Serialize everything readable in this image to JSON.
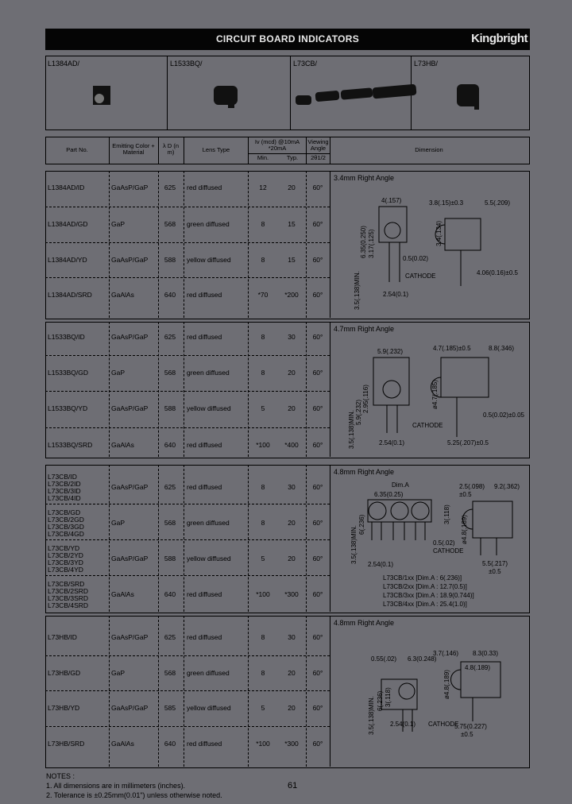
{
  "header": {
    "title": "CIRCUIT BOARD INDICATORS",
    "brand": "Kingbright"
  },
  "photos": [
    {
      "label": "L1384AD/"
    },
    {
      "label": "L1533BQ/"
    },
    {
      "label": "L73CB/"
    },
    {
      "label": "L73HB/"
    }
  ],
  "table_header": {
    "part_no": "Part No.",
    "emitting": "Emitting Color + Material",
    "lambda": "λ D (n m)",
    "lens": "Lens Type",
    "iv": "Iv (mcd) @10mA *20mA",
    "min": "Min.",
    "typ": "Typ.",
    "viewing": "Viewing Angle",
    "angle_unit": "2θ1/2",
    "dimension": "Dimension"
  },
  "sections": [
    {
      "title": "3.4mm  Right Angle",
      "rows": [
        {
          "part": [
            "L1384AD/ID"
          ],
          "material": "GaAsP/GaP",
          "wavelength": "625",
          "lens": "red diffused",
          "min": "12",
          "typ": "20",
          "angle": "60°"
        },
        {
          "part": [
            "L1384AD/GD"
          ],
          "material": "GaP",
          "wavelength": "568",
          "lens": "green diffused",
          "min": "8",
          "typ": "15",
          "angle": "60°"
        },
        {
          "part": [
            "L1384AD/YD"
          ],
          "material": "GaAsP/GaP",
          "wavelength": "588",
          "lens": "yellow diffused",
          "min": "8",
          "typ": "15",
          "angle": "60°"
        },
        {
          "part": [
            "L1384AD/SRD"
          ],
          "material": "GaAlAs",
          "wavelength": "640",
          "lens": "red diffused",
          "min": "*70",
          "typ": "*200",
          "angle": "60°"
        }
      ],
      "dims": [
        "4(.157)",
        "3.17(.125)",
        "6.35(0.250)",
        "3.5(.138)MIN.",
        "0.5(0.02)",
        "CATHODE",
        "2.54(0.1)",
        "3.8(.15)±0.3",
        "5.5(.209)",
        "3.4(.134)",
        "4.06(0.16)±0.5"
      ]
    },
    {
      "title": "4.7mm  Right Angle",
      "rows": [
        {
          "part": [
            "L1533BQ/ID"
          ],
          "material": "GaAsP/GaP",
          "wavelength": "625",
          "lens": "red diffused",
          "min": "8",
          "typ": "30",
          "angle": "60°"
        },
        {
          "part": [
            "L1533BQ/GD"
          ],
          "material": "GaP",
          "wavelength": "568",
          "lens": "green diffused",
          "min": "8",
          "typ": "20",
          "angle": "60°"
        },
        {
          "part": [
            "L1533BQ/YD"
          ],
          "material": "GaAsP/GaP",
          "wavelength": "588",
          "lens": "yellow diffused",
          "min": "5",
          "typ": "20",
          "angle": "60°"
        },
        {
          "part": [
            "L1533BQ/SRD"
          ],
          "material": "GaAlAs",
          "wavelength": "640",
          "lens": "red diffused",
          "min": "*100",
          "typ": "*400",
          "angle": "60°"
        }
      ],
      "dims": [
        "5.9(.232)",
        "2.95(.116)",
        "5.9(.232)",
        "3.5(.138)MIN.",
        "2.54(0.1)",
        "CATHODE",
        "4.7(.185)±0.5",
        "8.8(.346)",
        "ø4.7(.185)",
        "0.5(0.02)±0.05",
        "5.25(.207)±0.5"
      ]
    },
    {
      "title": "4.8mm Right Angle",
      "rows": [
        {
          "part": [
            "L73CB/ID",
            "L73CB/2ID",
            "L73CB/3ID",
            "L73CB/4ID"
          ],
          "material": "GaAsP/GaP",
          "wavelength": "625",
          "lens": "red diffused",
          "min": "8",
          "typ": "30",
          "angle": "60°"
        },
        {
          "part": [
            "L73CB/GD",
            "L73CB/2GD",
            "L73CB/3GD",
            "L73CB/4GD"
          ],
          "material": "GaP",
          "wavelength": "568",
          "lens": "green diffused",
          "min": "8",
          "typ": "20",
          "angle": "60°"
        },
        {
          "part": [
            "L73CB/YD",
            "L73CB/2YD",
            "L73CB/3YD",
            "L73CB/4YD"
          ],
          "material": "GaAsP/GaP",
          "wavelength": "588",
          "lens": "yellow diffused",
          "min": "5",
          "typ": "20",
          "angle": "60°"
        },
        {
          "part": [
            "L73CB/SRD",
            "L73CB/2SRD",
            "L73CB/3SRD",
            "L73CB/4SRD"
          ],
          "material": "GaAlAs",
          "wavelength": "640",
          "lens": "red diffused",
          "min": "*100",
          "typ": "*300",
          "angle": "60°"
        }
      ],
      "dims": [
        "Dim.A",
        "6.35(0.25)",
        "3.5(.138)MIN.",
        "6(.236)",
        "3(.118)",
        "0.5(.02)",
        "CATHODE",
        "2.54(0.1)",
        "2.5(.098)",
        "9.2(.362)",
        "±0.5",
        "ø4.8(.189)",
        "5.5(.217)",
        "±0.5"
      ],
      "dim_table": [
        "L73CB/1xx  [Dim.A : 6(.236)]",
        "L73CB/2xx  [Dim.A : 12.7(0.5)]",
        "L73CB/3xx  [Dim.A : 18.9(0.744)]",
        "L73CB/4xx  [Dim.A : 25.4(1.0)]"
      ]
    },
    {
      "title": "4.8mm Right Angle",
      "rows": [
        {
          "part": [
            "L73HB/ID"
          ],
          "material": "GaAsP/GaP",
          "wavelength": "625",
          "lens": "red diffused",
          "min": "8",
          "typ": "30",
          "angle": "60°"
        },
        {
          "part": [
            "L73HB/GD"
          ],
          "material": "GaP",
          "wavelength": "568",
          "lens": "green diffused",
          "min": "8",
          "typ": "20",
          "angle": "60°"
        },
        {
          "part": [
            "L73HB/YD"
          ],
          "material": "GaAsP/GaP",
          "wavelength": "585",
          "lens": "yellow diffused",
          "min": "5",
          "typ": "20",
          "angle": "60°"
        },
        {
          "part": [
            "L73HB/SRD"
          ],
          "material": "GaAlAs",
          "wavelength": "640",
          "lens": "red diffused",
          "min": "*100",
          "typ": "*300",
          "angle": "60°"
        }
      ],
      "dims": [
        "0.55(.02)",
        "6.3(0.248)",
        "3(.118)",
        "6(.236)",
        "3.5(.138)MIN.",
        "2.54(0.1)",
        "CATHODE",
        "3.7(.146)",
        "8.3(0.33)",
        "4.8(.189)",
        "ø4.8(.189)",
        "5.75(0.227)",
        "±0.5"
      ]
    }
  ],
  "notes": {
    "title": "NOTES :",
    "items": [
      "1. All dimensions are in millimeters (inches).",
      "2. Tolerance is ±0.25mm(0.01\") unless otherwise noted."
    ]
  },
  "page_number": "61"
}
